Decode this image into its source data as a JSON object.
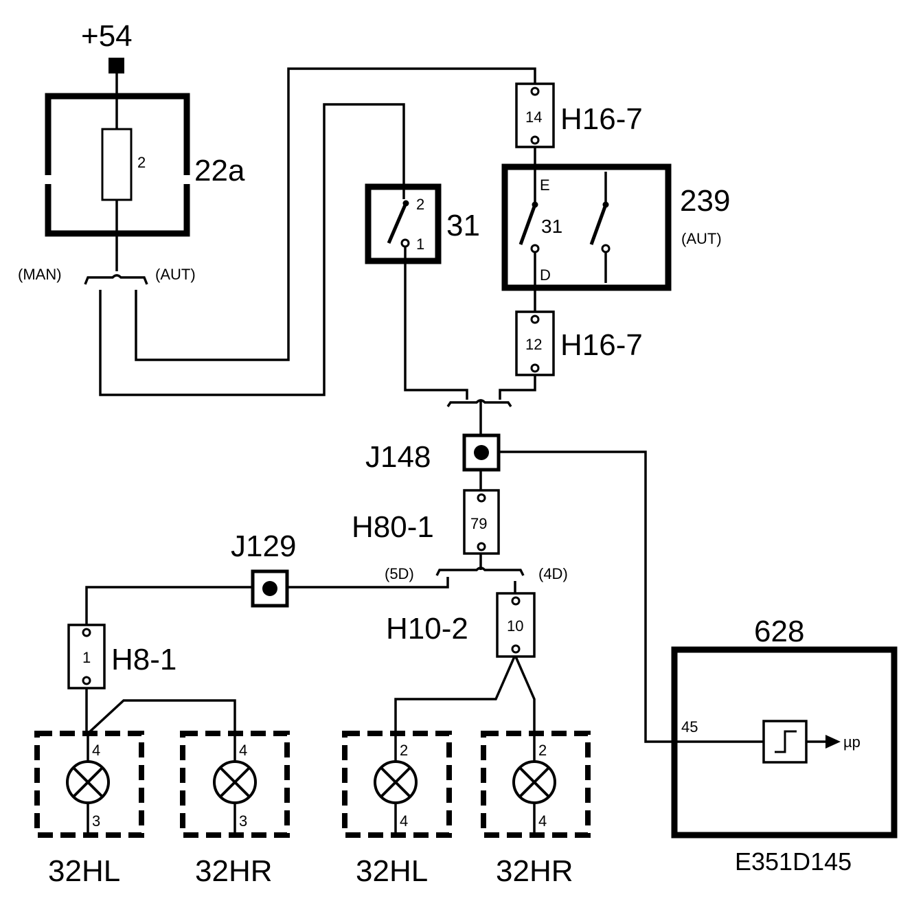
{
  "supply": {
    "label": "+54"
  },
  "fuse_box": {
    "ref": "22a",
    "fuse_no": "2"
  },
  "variants": {
    "man": "(MAN)",
    "aut": "(AUT)",
    "five_door": "(5D)",
    "four_door": "(4D)"
  },
  "brake_switch": {
    "ref": "31",
    "pin_top": "2",
    "pin_bottom": "1"
  },
  "gear_switch": {
    "ref": "239",
    "variant": "(AUT)",
    "pin_e": "E",
    "pin_31": "31",
    "pin_d": "D"
  },
  "connectors": {
    "h16_upper": {
      "ref": "H16-7",
      "pin": "14"
    },
    "h16_lower": {
      "ref": "H16-7",
      "pin": "12"
    },
    "h80": {
      "ref": "H80-1",
      "pin": "79"
    },
    "h10": {
      "ref": "H10-2",
      "pin": "10"
    },
    "h8": {
      "ref": "H8-1",
      "pin": "1"
    }
  },
  "junctions": {
    "j148": "J148",
    "j129": "J129"
  },
  "control_unit": {
    "ref": "628",
    "pin": "45",
    "output": "µp"
  },
  "lamps": [
    {
      "ref": "32HL",
      "pin_top": "4",
      "pin_bottom": "3"
    },
    {
      "ref": "32HR",
      "pin_top": "4",
      "pin_bottom": "3"
    },
    {
      "ref": "32HL",
      "pin_top": "2",
      "pin_bottom": "4"
    },
    {
      "ref": "32HR",
      "pin_top": "2",
      "pin_bottom": "4"
    }
  ],
  "document_code": "E351D145"
}
